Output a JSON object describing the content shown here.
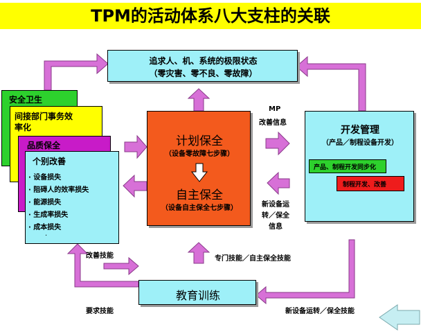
{
  "title": "TPM的活动体系八大支柱的关联",
  "top_box": {
    "line1": "追求人、机、系统的极限状态",
    "line2": "（零灾害、零不良、零故障）"
  },
  "left_stack": {
    "safety": "安全卫生",
    "indirect_line1": "间接部门事务效",
    "indirect_line2": "率化",
    "quality": "品质保全",
    "kaizen_title": "个别改善",
    "kaizen_items": [
      "· 设备损失",
      "· 阻碍人的效率损失",
      "· 能源损失",
      "· 生成率损失",
      "· 成本损失"
    ],
    "kaizen_dot": "·"
  },
  "center_box": {
    "planned_title": "计划保全",
    "planned_sub": "（设备零故障七步骤）",
    "autonomous_title": "自主保全",
    "autonomous_sub": "（设备自主保全七步骤）"
  },
  "right_box": {
    "title": "开发管理",
    "sub": "（产品／制程设备开发）",
    "green_label": "产品、制程开发同步化",
    "red_label": "制程开发、改善"
  },
  "mp_label": {
    "line1": "MP",
    "line2": "改善信息"
  },
  "new_equip_label": {
    "line1": "新设备运",
    "line2": "转／保全",
    "line3": "信息"
  },
  "education_box": "教育训练",
  "labels": {
    "improve_skill": "改善技能",
    "require_skill": "要求技能",
    "special_skill": "专门技能／自主保全技能",
    "new_equip_skill": "新设备运转／保全技能"
  },
  "colors": {
    "title_bg": "#ffff00",
    "cyan": "#9ef0f8",
    "orange_red": "#f35a1d",
    "green": "#2dd12d",
    "magenta": "#c81bc8",
    "yellow": "#ffff00",
    "red": "#ee1c1c",
    "arrow_pink": "#d770d7",
    "arrow_outline": "#b0b0b0",
    "arrow_light_blue": "#c6eef2"
  }
}
